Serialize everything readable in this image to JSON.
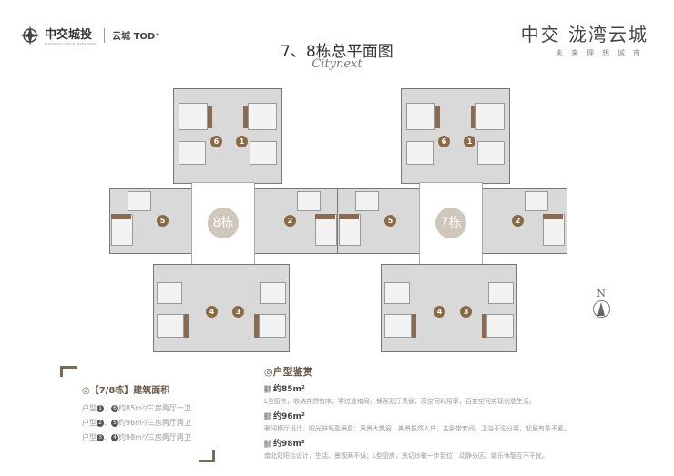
{
  "header": {
    "left_logo": {
      "brand": "中交城投",
      "brand_sub": "ZHONGJIAO URBAN INVESTMENT",
      "partner": "云城",
      "partner_suffix": "TOD⁺"
    },
    "right_logo": {
      "title": "中交 泷湾云城",
      "slogan": "未来理想城市"
    },
    "title": "7、8栋总平面图",
    "script_title": "Citynext"
  },
  "buildings": [
    {
      "label": "8栋",
      "units": [
        "6",
        "1",
        "5",
        "2",
        "4",
        "3"
      ]
    },
    {
      "label": "7栋",
      "units": [
        "6",
        "1",
        "5",
        "2",
        "4",
        "3"
      ]
    }
  ],
  "compass": {
    "label": "N"
  },
  "area_section": {
    "title": "◎【7/8栋】建筑面积",
    "rows": [
      {
        "prefix": "户型",
        "u1": "1",
        "u2": "6",
        "text": "约85m²/三房两厅一卫"
      },
      {
        "prefix": "户型",
        "u1": "2",
        "u2": "5",
        "text": "约96m²/三房两厅两卫"
      },
      {
        "prefix": "户型",
        "u1": "3",
        "u2": "4",
        "text": "约98m²/三房两厅两卫"
      }
    ]
  },
  "appreciation": {
    "title": "◎户型鉴赏",
    "tag": "建筑面积",
    "types": [
      {
        "area": "约85m²",
        "desc": "L型厨房，收纳井然有序；零过道格局，餐客双厅贯通；高空间利用率，百变空间实现创意生活。"
      },
      {
        "area": "约96m²",
        "desc": "奢阔横厅设计，阳光鲜氧盈满屋；双景大飘窗，美景揽然入户；主卧带套间、卫浴干湿分离，起居有条不紊。"
      },
      {
        "area": "约98m²",
        "desc": "南北双阳台设计，生活、景观两不误；L型厨房，洗切炒取一步到位；动静分区，娱乐休憩互不干扰。"
      }
    ]
  }
}
